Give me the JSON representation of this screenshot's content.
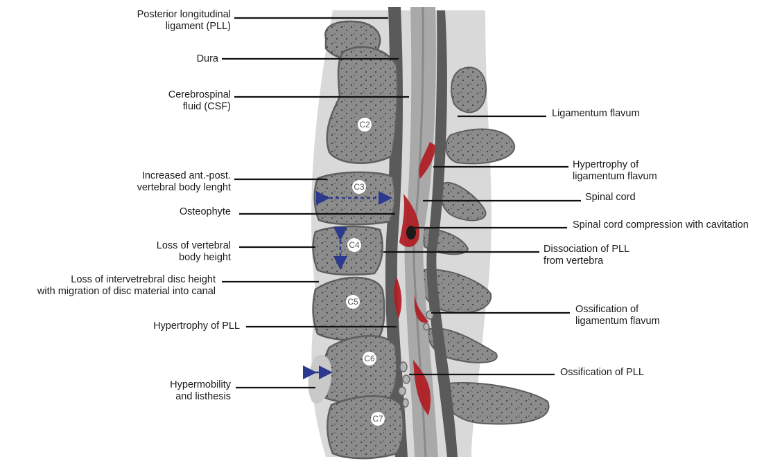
{
  "labels_left": [
    {
      "id": "pll",
      "text": "Posterior longitudinal\nligament (PLL)"
    },
    {
      "id": "dura",
      "text": "Dura"
    },
    {
      "id": "csf",
      "text": "Cerebrospinal\nfluid (CSF)"
    },
    {
      "id": "antpost",
      "text": "Increased ant.-post.\nvertebral body lenght"
    },
    {
      "id": "osteophyte",
      "text": "Osteophyte"
    },
    {
      "id": "loss-height",
      "text": "Loss of vertebral\nbody height"
    },
    {
      "id": "disc",
      "text": "Loss of intervetrebral disc height\nwith migration of disc material into canal"
    },
    {
      "id": "hyper-pll",
      "text": "Hypertrophy of PLL"
    },
    {
      "id": "hypermobility",
      "text": "Hypermobility\nand listhesis"
    }
  ],
  "labels_right": [
    {
      "id": "lig-flavum",
      "text": "Ligamentum flavum"
    },
    {
      "id": "hyper-lf",
      "text": "Hypertrophy of\nligamentum flavum"
    },
    {
      "id": "spinal-cord",
      "text": "Spinal cord"
    },
    {
      "id": "compression",
      "text": "Spinal cord compression with cavitation"
    },
    {
      "id": "dissociation",
      "text": "Dissociation of PLL\nfrom vertebra"
    },
    {
      "id": "oss-lf",
      "text": "Ossification of\nligamentum flavum"
    },
    {
      "id": "oss-pll",
      "text": "Ossification of PLL"
    }
  ],
  "vertebrae": [
    "C2",
    "C3",
    "C4",
    "C5",
    "C6",
    "C7"
  ],
  "colors": {
    "bone": "#8c8c8c",
    "bone_outline": "#5e5e5e",
    "disc": "#d7d7d7",
    "cord": "#a9a9a9",
    "ligament": "#5a5a5a",
    "compression": "#b01c22",
    "arrow": "#2b3a8f"
  }
}
